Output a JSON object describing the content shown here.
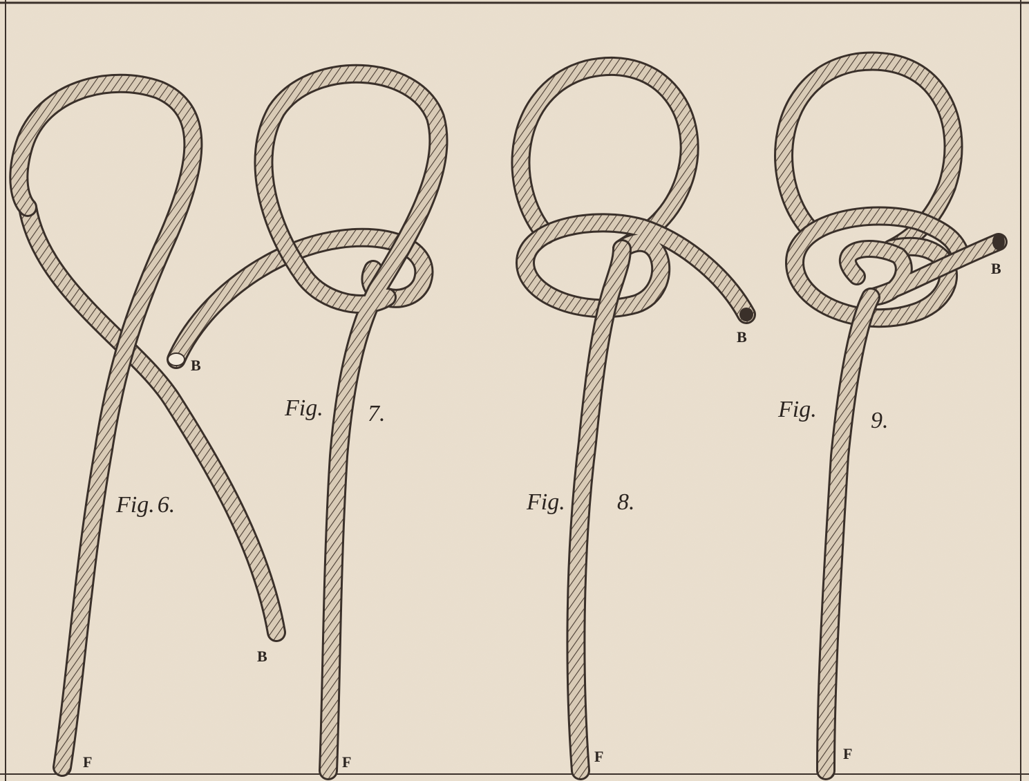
{
  "figures": [
    {
      "fig_word": "Fig.",
      "number": "6."
    },
    {
      "fig_word": "Fig.",
      "number": "7."
    },
    {
      "fig_word": "Fig.",
      "number": "8."
    },
    {
      "fig_word": "Fig.",
      "number": "9."
    }
  ],
  "rope_end_labels": {
    "fig6": {
      "standing_end": "F",
      "working_end": "B"
    },
    "fig7": {
      "standing_end": "F",
      "working_end": "B"
    },
    "fig8": {
      "standing_end": "F",
      "working_end": "B"
    },
    "fig9": {
      "standing_end": "F",
      "working_end": "B"
    }
  },
  "colors": {
    "paper": "#eadfce",
    "rope_outline": "#3a302a",
    "rope_fill": "#d9cbb6",
    "ink": "#2b2420"
  }
}
